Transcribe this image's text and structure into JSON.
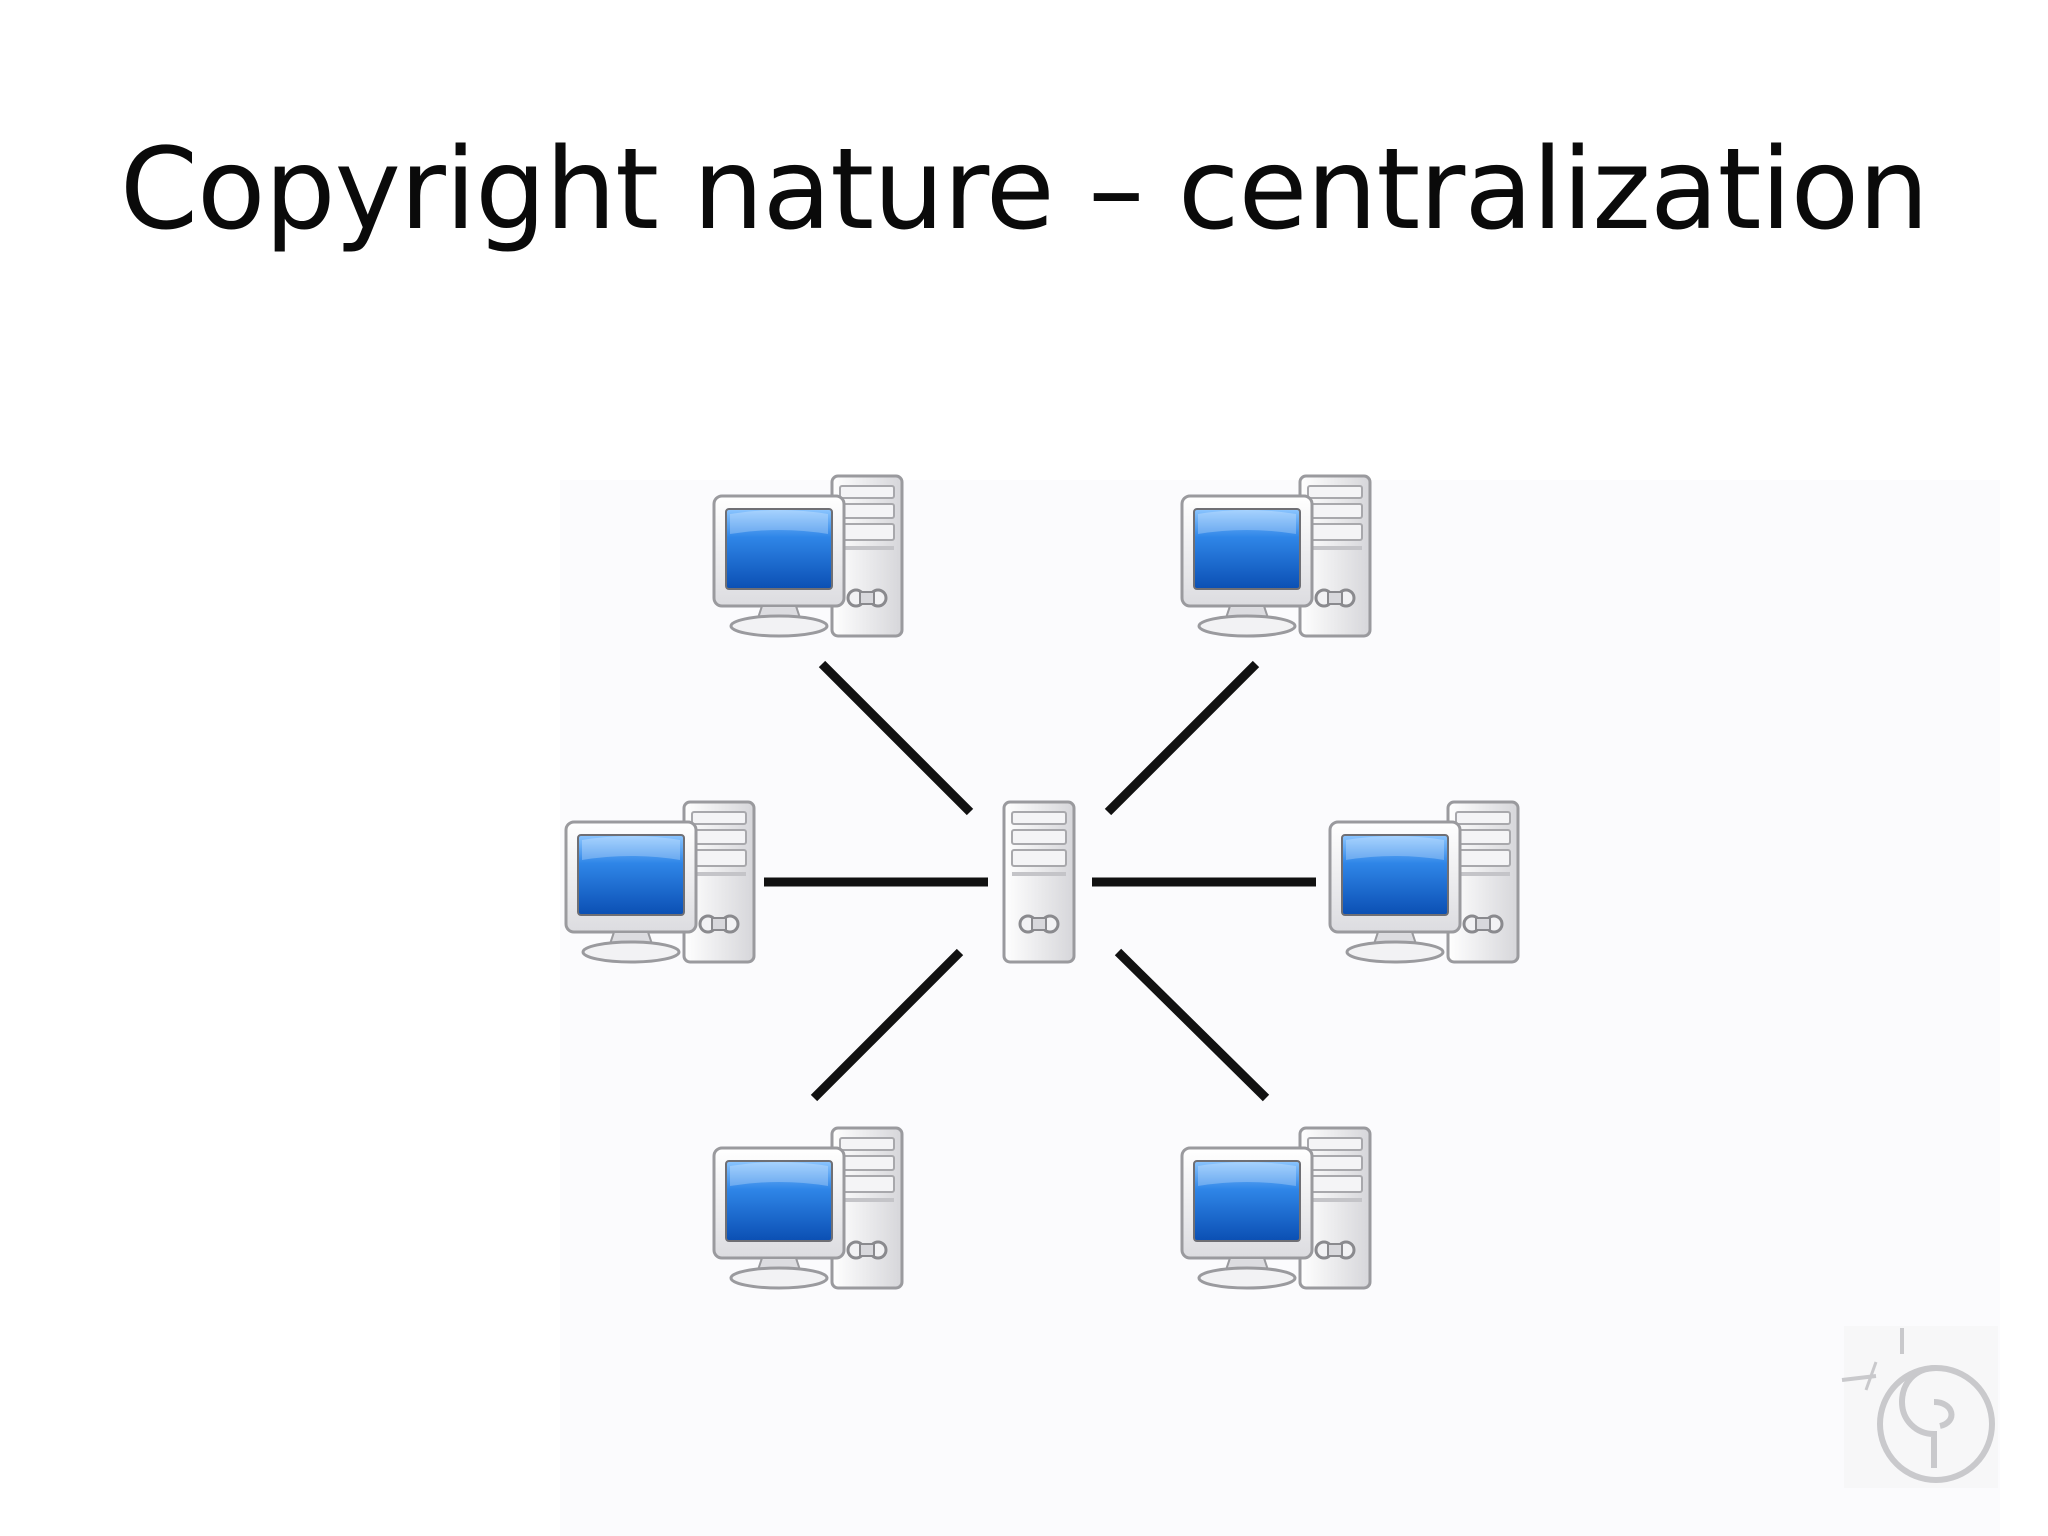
{
  "slide": {
    "title": "Copyright nature – centralization"
  },
  "diagram": {
    "type": "star-network",
    "hub": "server-icon",
    "nodes": [
      "computer-icon",
      "computer-icon",
      "computer-icon",
      "computer-icon",
      "computer-icon",
      "computer-icon"
    ],
    "colors": {
      "screen": "#1f6fd6",
      "screen_highlight": "#6fb2ff",
      "case": "#e8e8ea",
      "outline": "#9a9a9e",
      "link": "#111111"
    }
  },
  "logo": {
    "icon": "pirate-party-logo",
    "color": "#c9c9cc"
  }
}
